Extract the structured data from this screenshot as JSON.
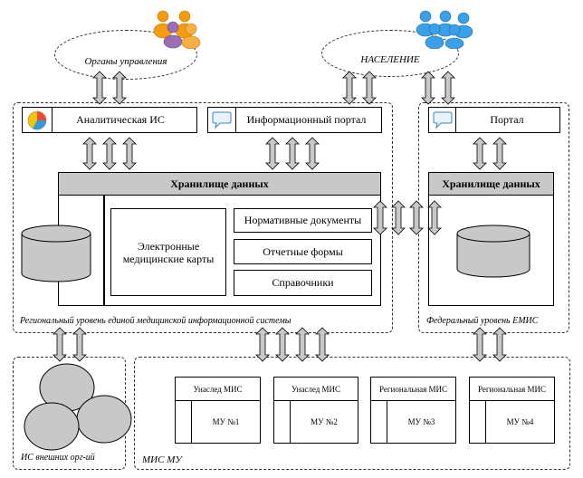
{
  "top": {
    "authorities": "Органы управления",
    "population": "НАСЕЛЕНИЕ"
  },
  "regional": {
    "analytic_is": "Аналитическая ИС",
    "info_portal": "Информационный портал",
    "storage_title": "Хранилище данных",
    "emr": "Электронные медицинские карты",
    "normative_docs": "Нормативные документы",
    "report_forms": "Отчетные формы",
    "reference_books": "Справочники",
    "caption": "Региональный уровень единой медицинской информационной системы"
  },
  "federal": {
    "portal": "Портал",
    "storage_title": "Хранилище данных",
    "caption": "Федеральный уровень ЕМИС"
  },
  "external": {
    "caption": "ИС внешних орг-ий"
  },
  "mis_mu": {
    "caption": "МИС МУ",
    "units": [
      {
        "header": "Унаслед МИС",
        "label": "МУ №1"
      },
      {
        "header": "Унаслед МИС",
        "label": "МУ №2"
      },
      {
        "header": "Региональная МИС",
        "label": "МУ №3"
      },
      {
        "header": "Региональная МИС",
        "label": "МУ №4"
      }
    ]
  },
  "colors": {
    "header_fill": "#c8c8c8",
    "cylinder_fill": "#c8c8c8",
    "people_orange": "#f39c12",
    "people_blue": "#3aa0e8"
  },
  "icons": {
    "authorities": "people-group-orange-icon",
    "population": "people-group-blue-icon",
    "analytic": "pie-chart-icon",
    "portal": "speech-bubble-icon"
  }
}
